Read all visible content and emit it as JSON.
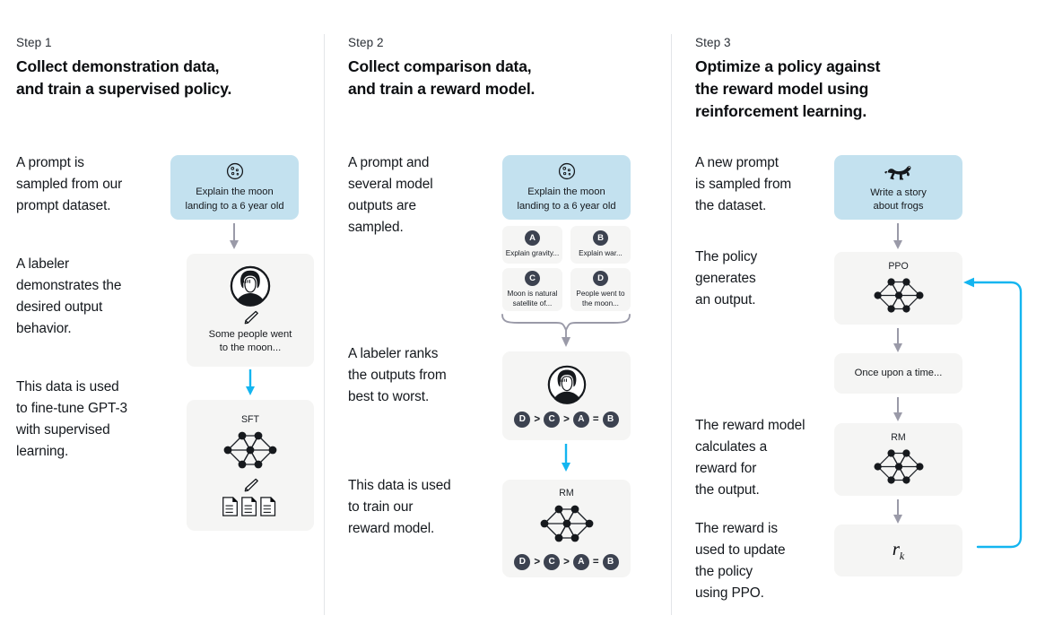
{
  "columns": [
    {
      "step_label": "Step 1",
      "title": "Collect demonstration data,\nand train a supervised policy.",
      "descriptions": [
        "A prompt is\nsampled from our\nprompt dataset.",
        "A labeler\ndemonstrates the\ndesired output\nbehavior.",
        "This data is used\nto fine-tune GPT-3\nwith supervised\nlearning."
      ],
      "prompt_box": {
        "icon": "moon-icon",
        "text": "Explain the moon\nlanding to a 6 year old"
      },
      "labeler_box": {
        "icon": "labeler-avatar-icon",
        "pencil": "pencil-icon",
        "text": "Some people went\nto the moon..."
      },
      "model_box": {
        "caption": "SFT",
        "icon": "neural-network-icon",
        "pencil": "pencil-icon",
        "docs": "documents-icon"
      }
    },
    {
      "step_label": "Step 2",
      "title": "Collect comparison data,\nand train a reward model.",
      "descriptions": [
        "A prompt and\nseveral model\noutputs are\nsampled.",
        "A labeler ranks\nthe outputs from\nbest to worst.",
        "This data is used\nto train our\nreward model."
      ],
      "prompt_box": {
        "icon": "moon-icon",
        "text": "Explain the moon\nlanding to a 6 year old"
      },
      "options": [
        {
          "badge": "A",
          "label": "Explain gravity..."
        },
        {
          "badge": "B",
          "label": "Explain war..."
        },
        {
          "badge": "C",
          "label": "Moon is natural\nsatellite of..."
        },
        {
          "badge": "D",
          "label": "People went to\nthe moon..."
        }
      ],
      "ranking_box": {
        "icon": "labeler-avatar-icon",
        "ranking": [
          "D",
          ">",
          "C",
          ">",
          "A",
          "=",
          "B"
        ]
      },
      "reward_box": {
        "caption": "RM",
        "icon": "neural-network-icon",
        "ranking": [
          "D",
          ">",
          "C",
          ">",
          "A",
          "=",
          "B"
        ]
      }
    },
    {
      "step_label": "Step 3",
      "title": "Optimize a policy against\nthe reward model using\nreinforcement learning.",
      "descriptions": [
        "A new prompt\nis sampled from\nthe dataset.",
        "The policy\ngenerates\nan output.",
        "The reward model\ncalculates a\nreward for\nthe output.",
        "The reward is\nused to update\nthe policy\nusing PPO."
      ],
      "prompt_box": {
        "icon": "frog-icon",
        "text": "Write a story\nabout frogs"
      },
      "ppo_box": {
        "caption": "PPO",
        "icon": "neural-network-icon"
      },
      "output_box": {
        "text": "Once upon a time..."
      },
      "rm_box": {
        "caption": "RM",
        "icon": "neural-network-icon"
      },
      "reward_box": {
        "symbol": "r",
        "subscript": "k"
      }
    }
  ],
  "colors": {
    "prompt_blue": "#c3e1ef",
    "box_gray": "#f5f5f4",
    "arrow_gray": "#9a9aa8",
    "arrow_blue": "#13b5f0",
    "badge_dark": "#3c4250",
    "separator": "#e3e5e8"
  }
}
